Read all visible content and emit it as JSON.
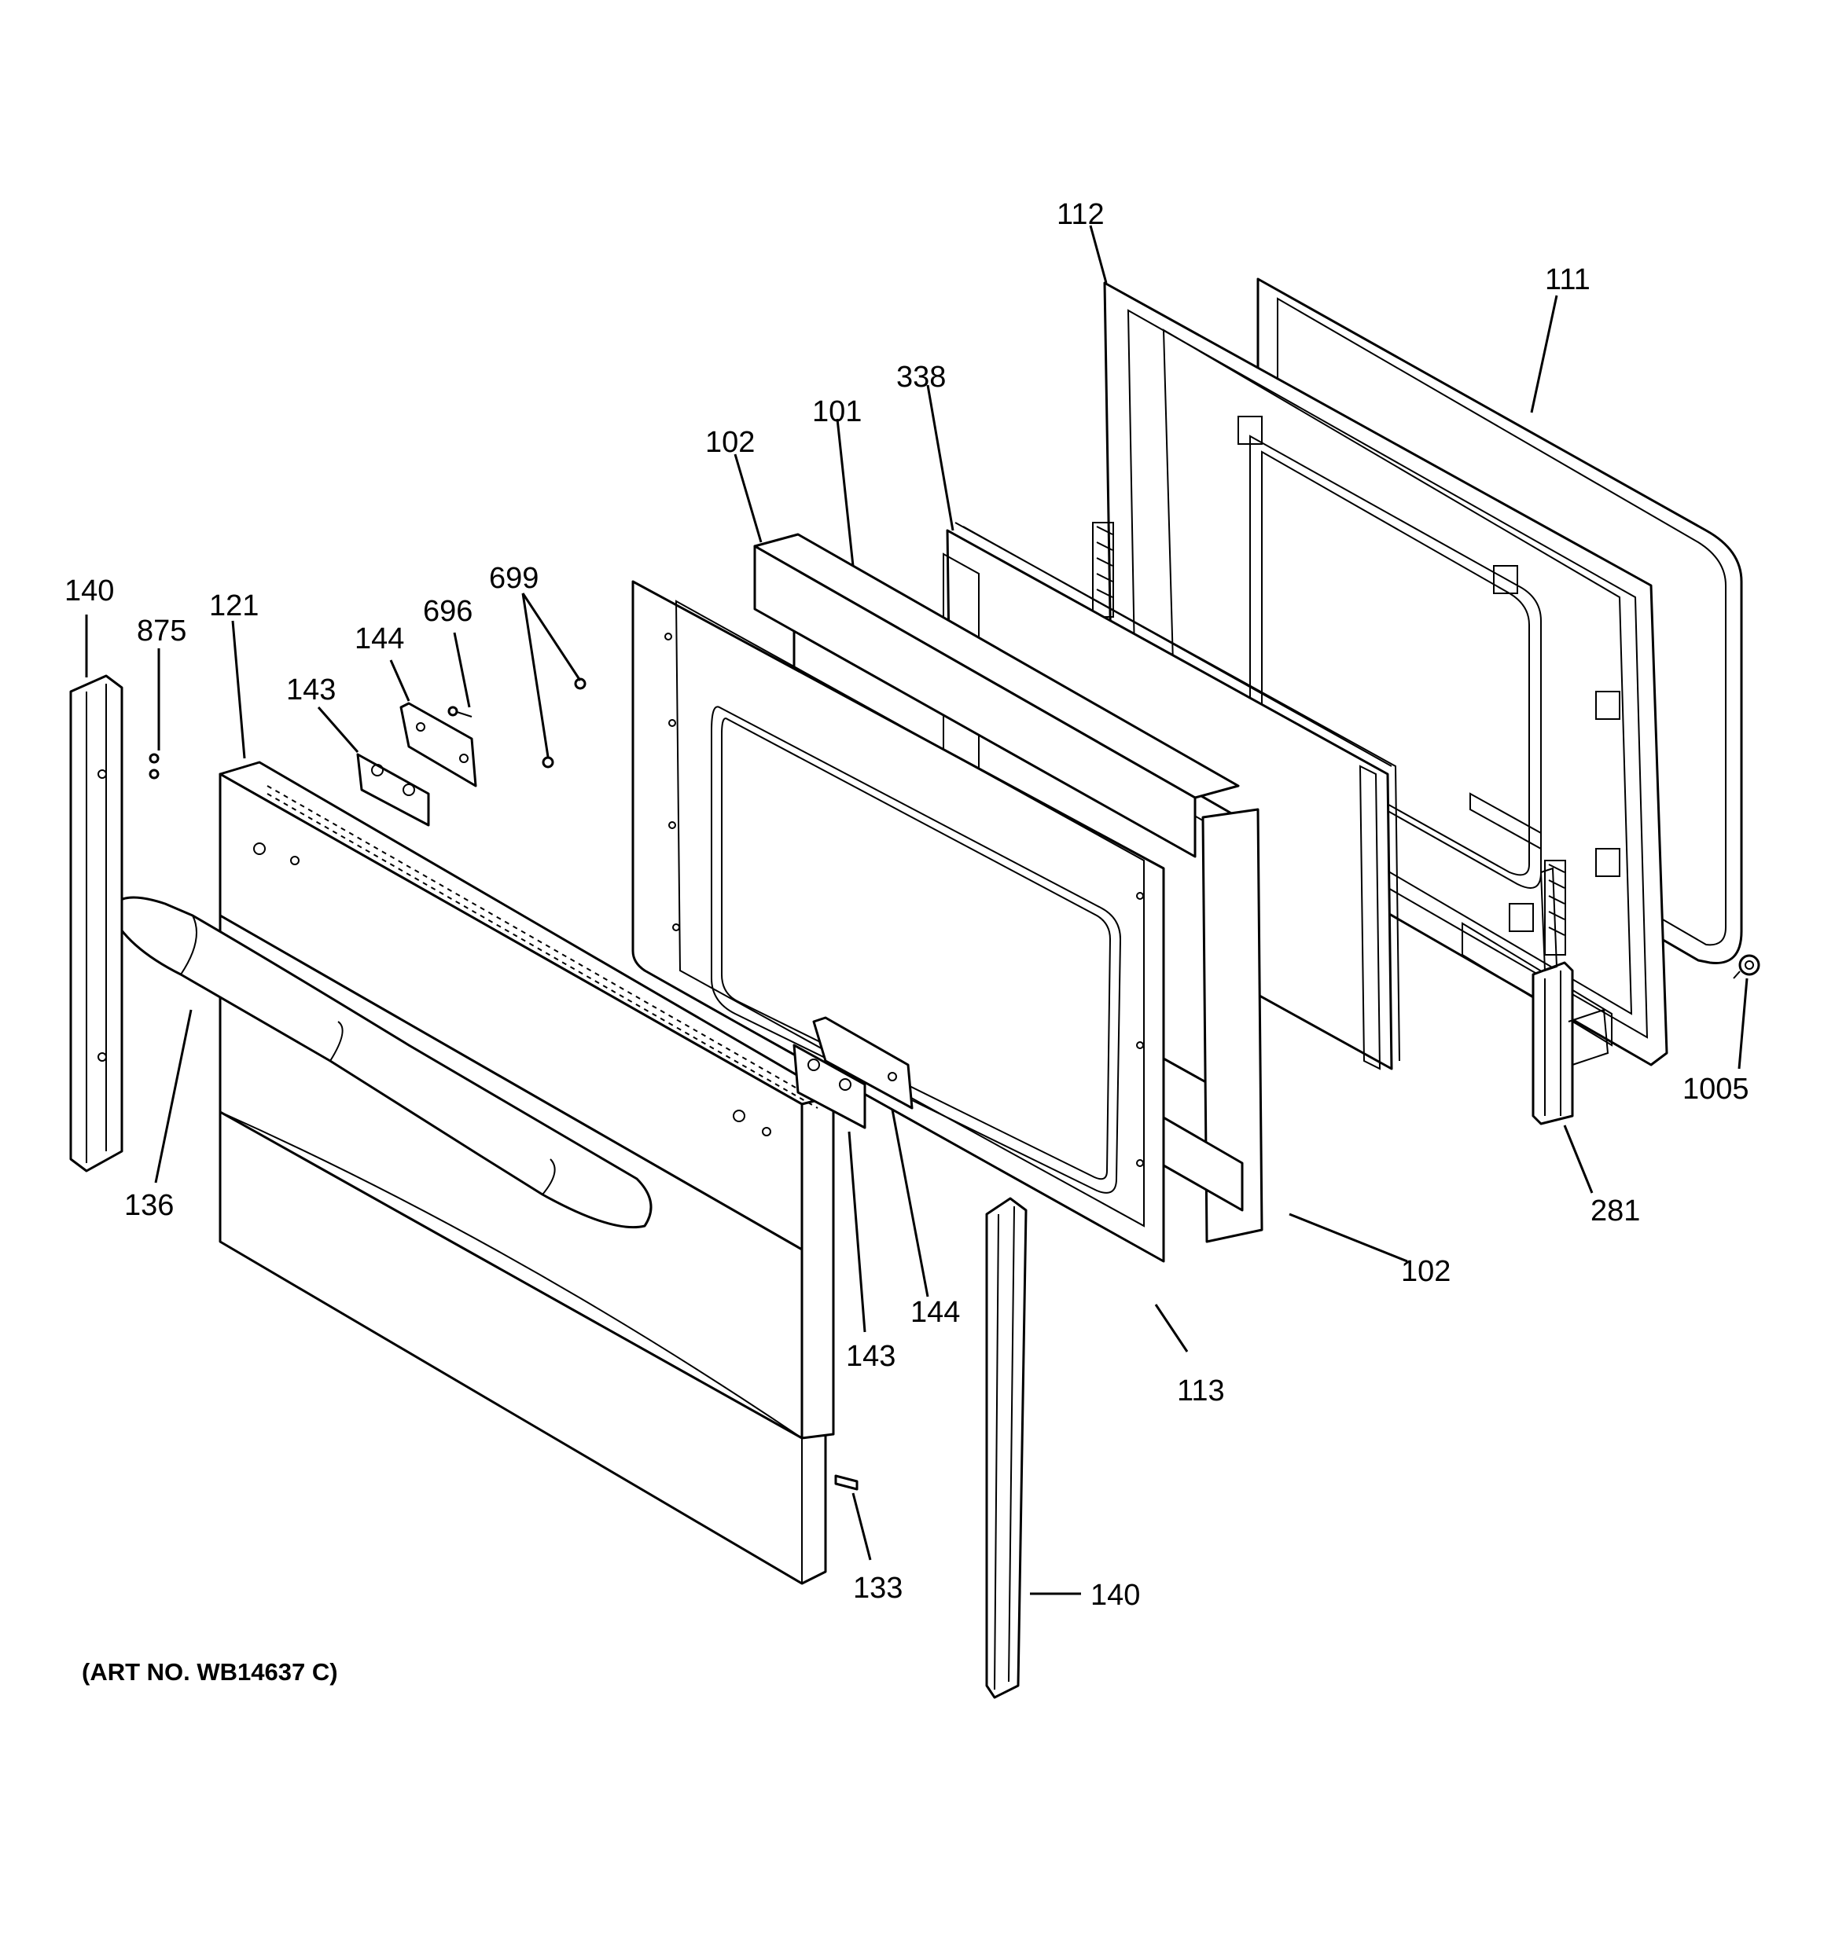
{
  "figure": {
    "art_number": "(ART NO. WB14637 C)"
  },
  "callouts": [
    {
      "id": "c112a",
      "label": "112"
    },
    {
      "id": "c111",
      "label": "111"
    },
    {
      "id": "c338",
      "label": "338"
    },
    {
      "id": "c101",
      "label": "101"
    },
    {
      "id": "c102a",
      "label": "102"
    },
    {
      "id": "c699",
      "label": "699"
    },
    {
      "id": "c696",
      "label": "696"
    },
    {
      "id": "c144a",
      "label": "144"
    },
    {
      "id": "c143a",
      "label": "143"
    },
    {
      "id": "c140a",
      "label": "140"
    },
    {
      "id": "c875",
      "label": "875"
    },
    {
      "id": "c121",
      "label": "121"
    },
    {
      "id": "c136",
      "label": "136"
    },
    {
      "id": "c143b",
      "label": "143"
    },
    {
      "id": "c144b",
      "label": "144"
    },
    {
      "id": "c113",
      "label": "113"
    },
    {
      "id": "c102b",
      "label": "102"
    },
    {
      "id": "c281",
      "label": "281"
    },
    {
      "id": "c1005",
      "label": "1005"
    },
    {
      "id": "c133",
      "label": "133"
    },
    {
      "id": "c140b",
      "label": "140"
    }
  ]
}
